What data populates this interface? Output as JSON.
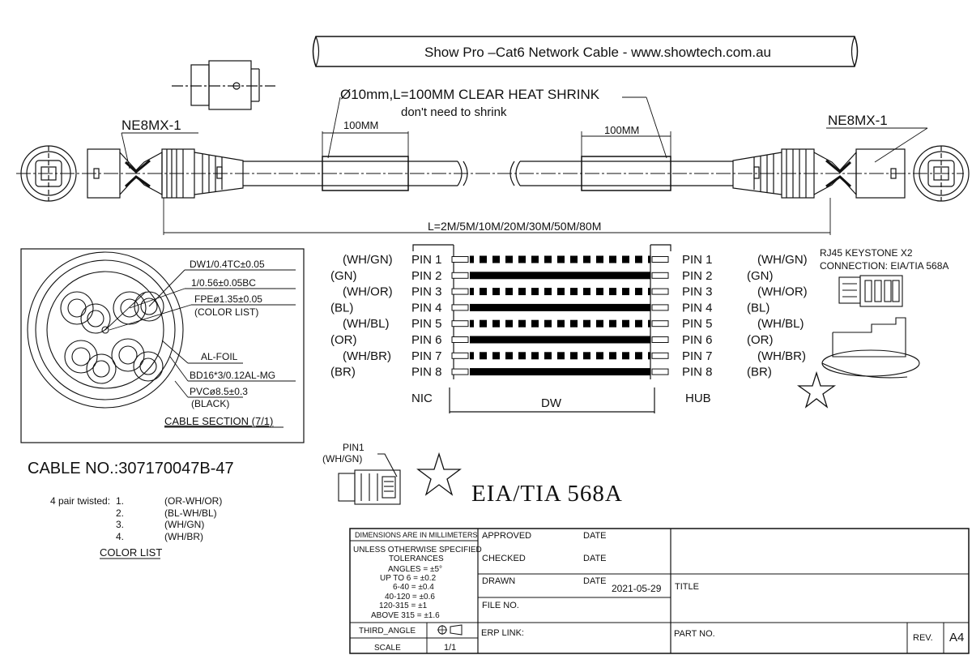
{
  "title_banner": "Show Pro –Cat6 Network Cable - www.showtech.com.au",
  "connector_left": "NE8MX-1",
  "connector_right": "NE8MX-1",
  "heat_shrink": "Ø10mm,L=100MM CLEAR HEAT SHRINK",
  "heat_shrink_note": "don't need to shrink",
  "shrink_len_left": "100MM",
  "shrink_len_right": "100MM",
  "cable_length": "L=2M/5M/10M/20M/30M/50M/80M",
  "cable_section": {
    "labels": [
      "DW1/0.4TC±0.05",
      "1/0.56±0.05BC",
      "FPEø1.35±0.05",
      "(COLOR LIST)",
      "AL-FOIL",
      "BD16*3/0.12AL-MG",
      "PVCø8.5±0.3",
      "(BLACK)"
    ],
    "caption": "CABLE SECTION (7/1)"
  },
  "cable_no": "CABLE NO.:307170047B-47",
  "color_list": {
    "prefix": "4 pair twisted:",
    "items": [
      {
        "num": "1.",
        "desc": "(OR-WH/OR)"
      },
      {
        "num": "2.",
        "desc": "(BL-WH/BL)"
      },
      {
        "num": "3.",
        "desc": "(WH/GN)"
      },
      {
        "num": "4.",
        "desc": "(WH/BR)"
      }
    ],
    "caption": "COLOR LIST"
  },
  "wiring": {
    "left_colors": [
      "(WH/GN)",
      "(GN)",
      "(WH/OR)",
      "(BL)",
      "(WH/BL)",
      "(OR)",
      "(WH/BR)",
      "(BR)"
    ],
    "pins": [
      "PIN 1",
      "PIN 2",
      "PIN 3",
      "PIN 4",
      "PIN 5",
      "PIN 6",
      "PIN 7",
      "PIN 8"
    ],
    "right_colors": [
      "(WH/GN)",
      "(GN)",
      "(WH/OR)",
      "(BL)",
      "(WH/BL)",
      "(OR)",
      "(WH/BR)",
      "(BR)"
    ],
    "striped": [
      true,
      false,
      true,
      false,
      true,
      false,
      true,
      false
    ],
    "nic": "NIC",
    "dw": "DW",
    "hub": "HUB"
  },
  "rj45": {
    "line1": "RJ45 KEYSTONE X2",
    "line2": "CONNECTION: EIA/TIA 568A"
  },
  "pin1_label": "PIN1",
  "pin1_color": "(WH/GN)",
  "standard": "EIA/TIA 568A",
  "title_block": {
    "dims_header": "DIMENSIONS ARE IN MILLIMETERS",
    "tol_lines": [
      "UNLESS OTHERWISE SPECIFIED",
      "TOLERANCES",
      "ANGLES = ±5°",
      "UP TO 6  = ±0.2",
      "6-40  = ±0.4",
      "40-120  = ±0.6",
      "120-315  = ±1",
      "ABOVE 315  = ±1.6"
    ],
    "projection": "THIRD_ANGLE",
    "scale_label": "SCALE",
    "scale_value": "1/1",
    "approved": "APPROVED",
    "checked": "CHECKED",
    "drawn": "DRAWN",
    "date": "DATE",
    "drawn_date": "2021-05-29",
    "file_no": "FILE NO.",
    "erp_link": "ERP LINK:",
    "title": "TITLE",
    "part_no": "PART NO.",
    "rev": "REV.",
    "size": "A4"
  }
}
